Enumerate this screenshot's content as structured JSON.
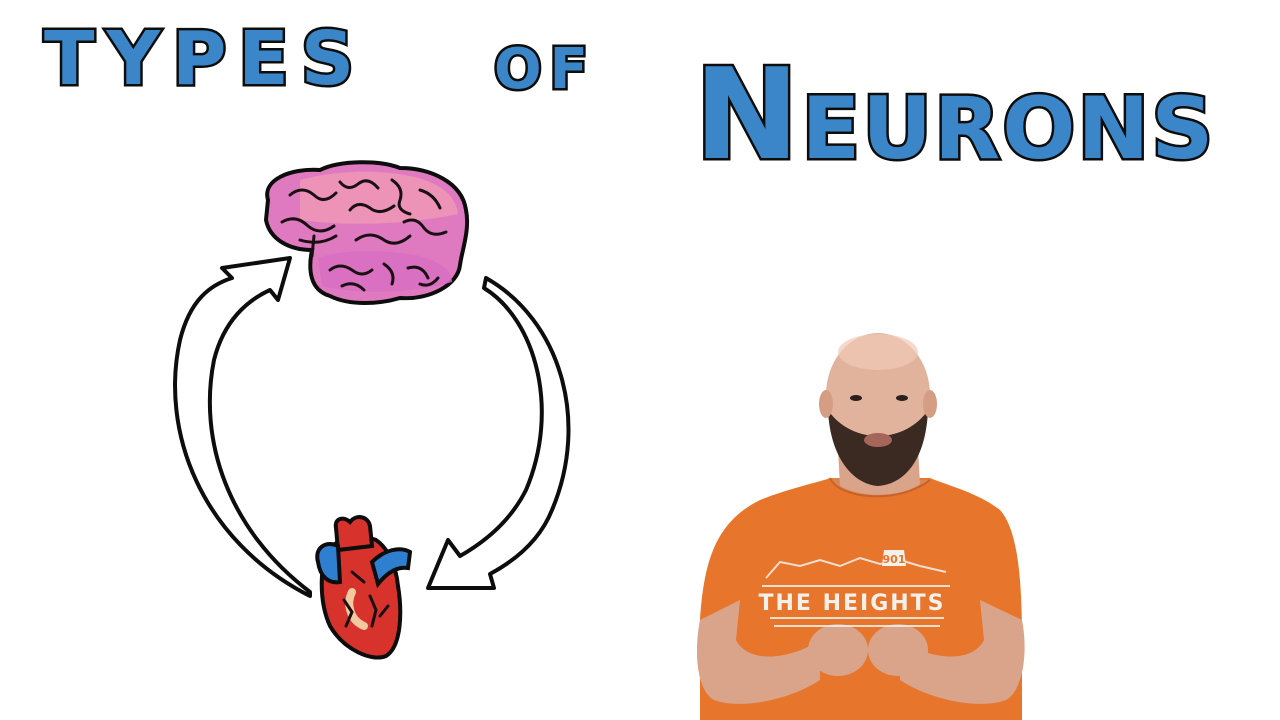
{
  "title": {
    "word1": "Types",
    "word2": "of",
    "word3_first": "N",
    "word3_rest": "eurons"
  },
  "presenter": {
    "shirt_text": "THE HEIGHTS",
    "shirt_badge": "901"
  },
  "colors": {
    "title_fill": "#3a86c8",
    "outline": "#0d0d0d",
    "brain_pink": "#e07ac0",
    "brain_salmon": "#e88a9a",
    "heart_red": "#d8322c",
    "heart_vessel_blue": "#2f7fd0",
    "shirt_orange": "#e7762c"
  },
  "icons": {
    "brain": "brain-icon",
    "heart": "heart-icon",
    "arrow_up": "curved-arrow-up-icon",
    "arrow_down": "curved-arrow-down-icon"
  }
}
